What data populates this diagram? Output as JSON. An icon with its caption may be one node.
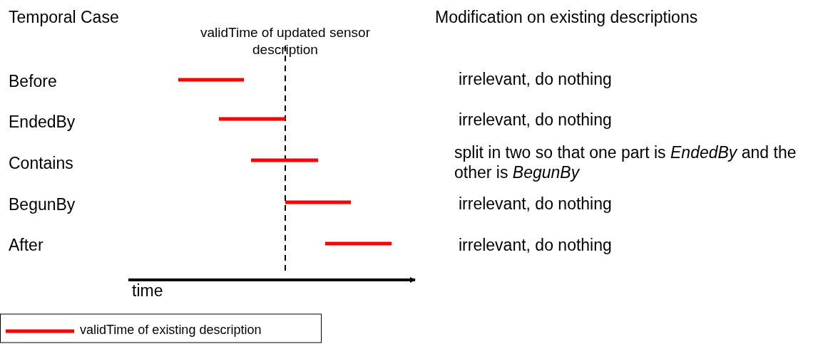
{
  "diagram": {
    "labels": [
      "Temporal Case",
      "Modification on existing descriptions",
      "validTime of updated sensor description",
      "Before",
      "irrelevant, do nothing",
      "EndedBy",
      "irrelevant, do nothing",
      "Contains",
      "split in two so that one part is *EndedBy* and the other is *BegunBy*",
      "BegunBy",
      "irrelevant, do nothing",
      "After",
      "irrelevant, do nothing",
      "time"
    ],
    "legend": [
      {
        "text": "validTime of existing description"
      }
    ]
  }
}
